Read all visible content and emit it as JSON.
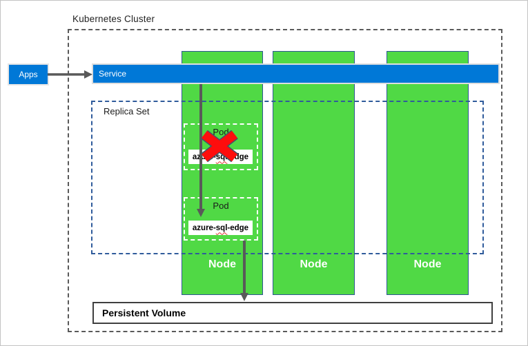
{
  "diagram": {
    "title": "Kubernetes Cluster",
    "apps": {
      "label": "Apps"
    },
    "service": {
      "label": "Service"
    },
    "replica_set": {
      "label": "Replica Set"
    },
    "nodes": [
      {
        "label": "Node"
      },
      {
        "label": "Node"
      },
      {
        "label": "Node"
      }
    ],
    "pods": [
      {
        "label": "Pod",
        "container_pre": "azure-",
        "container_typo": "sql",
        "container_post": "-edge",
        "status": "failed"
      },
      {
        "label": "Pod",
        "container_pre": "azure-",
        "container_typo": "sql",
        "container_post": "-edge",
        "status": "running"
      }
    ],
    "persistent_volume": {
      "label": "Persistent Volume"
    },
    "icons": {
      "failed_pod_marker": "red-cross-icon",
      "flow_arrows": "gray-arrow"
    },
    "colors": {
      "accent_blue": "#0078D7",
      "node_green": "#50D945",
      "node_border": "#2E5693",
      "cluster_dash_gray": "#595959",
      "replica_dash_blue": "#2F5B9B",
      "arrow_gray": "#595959",
      "cross_red": "#FF0000",
      "cross_outline": "#44546A",
      "pv_border": "#3F3F3F"
    }
  }
}
